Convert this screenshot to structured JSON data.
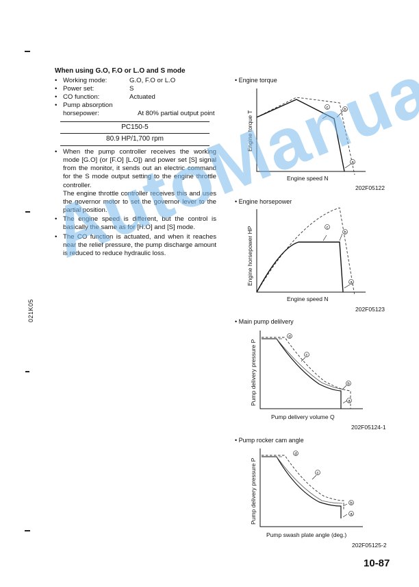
{
  "side_code": "021K05",
  "left": {
    "heading": "When using G.O, F.O or L.O and S mode",
    "specs": [
      {
        "label": "Working mode:",
        "value": "G.O, F.O or L.O"
      },
      {
        "label": "Power set:",
        "value": "S"
      },
      {
        "label": "CO function:",
        "value": "Actuated"
      }
    ],
    "absorption_label_1": "Pump absorption",
    "absorption_label_2": "horsepower:",
    "absorption_value": "At 80% partial output point",
    "table_model": "PC150-5",
    "table_value": "80.9 HP/1,700 rpm",
    "paragraphs": [
      {
        "bullet": "•",
        "lines": [
          "When the pump controller receives the working mode [G.O] (or [F.O] [L.O]) and power set [S] signal from the monitor, it sends out an electric command for the S mode output setting to the engine throttle controller."
        ],
        "cont": "The engine throttle controller receives this and uses the governor motor to set the governor lever to the partial position."
      },
      {
        "bullet": "•",
        "lines": [
          "The engine speed is different, but the control is basically the same as for [H.O] and [S] mode."
        ],
        "cont": ""
      },
      {
        "bullet": "•",
        "lines": [
          "The CO function is actuated, and when it reaches near the relief pressure, the pump discharge amount is reduced to reduce hydraulic loss."
        ],
        "cont": ""
      }
    ]
  },
  "figures": {
    "torque": {
      "title": "• Engine torque",
      "xlabel": "Engine speed N",
      "ylabel": "Engine torque T",
      "code": "202F05122"
    },
    "horsepower": {
      "title": "• Engine horsepower",
      "xlabel": "Engine speed N",
      "ylabel": "Engine horsepower HP",
      "code": "202F05123"
    },
    "delivery": {
      "title": "• Main pump delilvery",
      "xlabel": "Pump delivery volume Q",
      "ylabel": "Pump delivery pressure P",
      "code": "202F05124-1"
    },
    "rocker": {
      "title": "• Pump rocker cam angle",
      "xlabel": "Pump swash plate angle (deg.)",
      "ylabel": "Pump delivery pressure P",
      "code": "202F05125-2"
    }
  },
  "callouts": {
    "a": "a",
    "b": "b",
    "c": "c",
    "d": "d"
  },
  "watermark": "AutoManual",
  "page_number": "10-87"
}
